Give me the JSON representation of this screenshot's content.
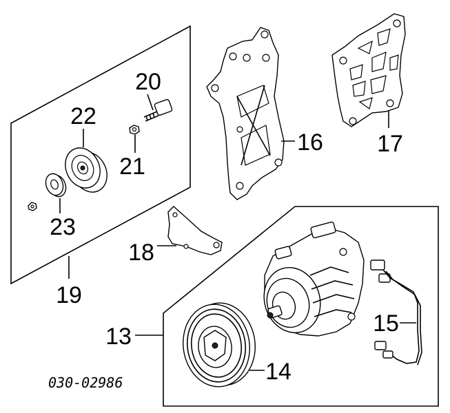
{
  "diagram": {
    "drawing_code": "030-02986",
    "callouts": {
      "c13": "13",
      "c14": "14",
      "c15": "15",
      "c16": "16",
      "c17": "17",
      "c18": "18",
      "c19": "19",
      "c20": "20",
      "c21": "21",
      "c22": "22",
      "c23": "23"
    },
    "parts": [
      {
        "callout": "13",
        "icon": "compressor-assembly-icon"
      },
      {
        "callout": "14",
        "icon": "clutch-pulley-icon"
      },
      {
        "callout": "15",
        "icon": "wiring-harness-icon"
      },
      {
        "callout": "16",
        "icon": "compressor-bracket-icon"
      },
      {
        "callout": "17",
        "icon": "mounting-plate-icon"
      },
      {
        "callout": "18",
        "icon": "small-bracket-icon"
      },
      {
        "callout": "19",
        "icon": "idler-pulley-kit-icon"
      },
      {
        "callout": "20",
        "icon": "bolt-icon"
      },
      {
        "callout": "21",
        "icon": "nut-icon"
      },
      {
        "callout": "22",
        "icon": "idler-pulley-icon"
      },
      {
        "callout": "23",
        "icon": "spacer-washer-icon"
      }
    ]
  }
}
